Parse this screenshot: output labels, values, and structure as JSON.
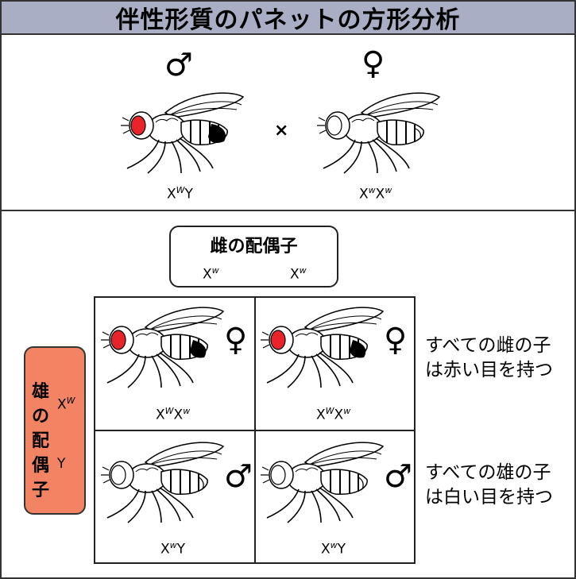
{
  "title": "伴性形質のパネットの方形分析",
  "parents": {
    "male": {
      "symbol": "♂",
      "allele1": "X",
      "sup1": "W",
      "allele2": "Y"
    },
    "cross_symbol": "×",
    "female": {
      "symbol": "♀",
      "allele1": "X",
      "sup1": "w",
      "allele2": "X",
      "sup2": "w"
    }
  },
  "female_gametes": {
    "title": "雌の配偶子",
    "g1": {
      "base": "X",
      "sup": "w"
    },
    "g2": {
      "base": "X",
      "sup": "w"
    }
  },
  "male_gametes": {
    "title": "雄の配偶子",
    "g1": {
      "base": "X",
      "sup": "W"
    },
    "g2": {
      "base": "Y"
    }
  },
  "offspring": [
    {
      "symbol": "♀",
      "a1": "X",
      "s1": "W",
      "a2": "X",
      "s2": "w"
    },
    {
      "symbol": "♀",
      "a1": "X",
      "s1": "W",
      "a2": "X",
      "s2": "w"
    },
    {
      "symbol": "♂",
      "a1": "X",
      "s1": "w",
      "a2": "Y"
    },
    {
      "symbol": "♂",
      "a1": "X",
      "s1": "w",
      "a2": "Y"
    }
  ],
  "notes": {
    "female_note": "すべての雌の子は赤い目を持つ",
    "male_note": "すべての雄の子は白い目を持つ"
  },
  "colors": {
    "title_bg": "#a9aec4",
    "red_eye": "#e8232a",
    "male_box": "#f28463"
  },
  "icons": {
    "red_eye_male_fly": "fruit-fly-icon",
    "white_eye_female_fly": "fruit-fly-icon"
  }
}
